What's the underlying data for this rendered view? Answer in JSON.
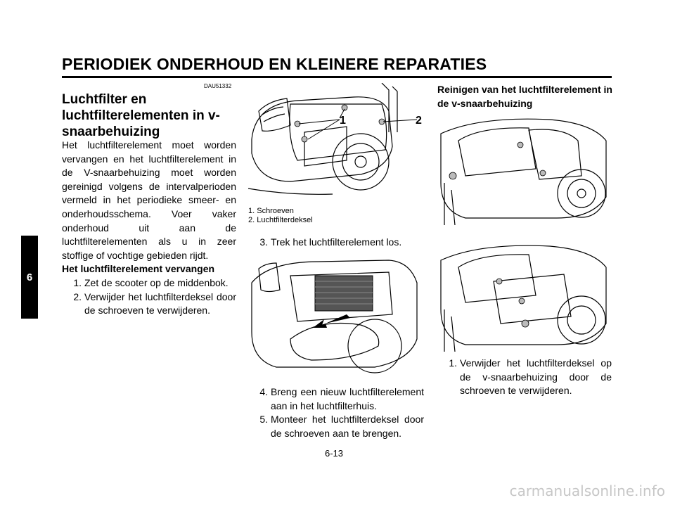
{
  "header": {
    "title": "PERIODIEK ONDERHOUD EN KLEINERE REPARATIES"
  },
  "chapter_tab": "6",
  "section": {
    "code": "DAU51332",
    "heading": "Luchtfilter en luchtfilterelementen in v-snaarbehuizing",
    "intro": "Het luchtfilterelement moet worden vervangen en het luchtfilterelement in de V-snaarbehuizing moet worden gereinigd volgens de intervalperioden vermeld in het periodieke smeer- en onderhoudsschema. Voer vaker onderhoud uit aan de luchtfilterelementen als u in zeer stoffige of vochtige gebieden rijdt.",
    "subheading": "Het luchtfilterelement vervangen"
  },
  "steps_col1": [
    {
      "num": "1.",
      "text": "Zet de scooter op de middenbok."
    },
    {
      "num": "2.",
      "text": "Verwijder het luchtfilterdeksel door de schroeven te verwijderen."
    }
  ],
  "figure1": {
    "callouts": [
      "1",
      "2"
    ],
    "legend": [
      "1. Schroeven",
      "2. Luchtfilterdeksel"
    ]
  },
  "steps_col2a": [
    {
      "num": "3.",
      "text": "Trek het luchtfilterelement los."
    }
  ],
  "steps_col2b": [
    {
      "num": "4.",
      "text": "Breng een nieuw luchtfilterelement aan in het luchtfilterhuis."
    },
    {
      "num": "5.",
      "text": "Monteer het luchtfilterdeksel door de schroeven aan te brengen."
    }
  ],
  "col3": {
    "heading": "Reinigen van het luchtfilterelement in de v-snaarbehuizing"
  },
  "steps_col3": [
    {
      "num": "1.",
      "text": "Verwijder het luchtfilterdeksel op de v-snaarbehuizing door de schroeven te verwijderen."
    }
  ],
  "page_number": "6-13",
  "watermark": "carmanualsonline.info"
}
